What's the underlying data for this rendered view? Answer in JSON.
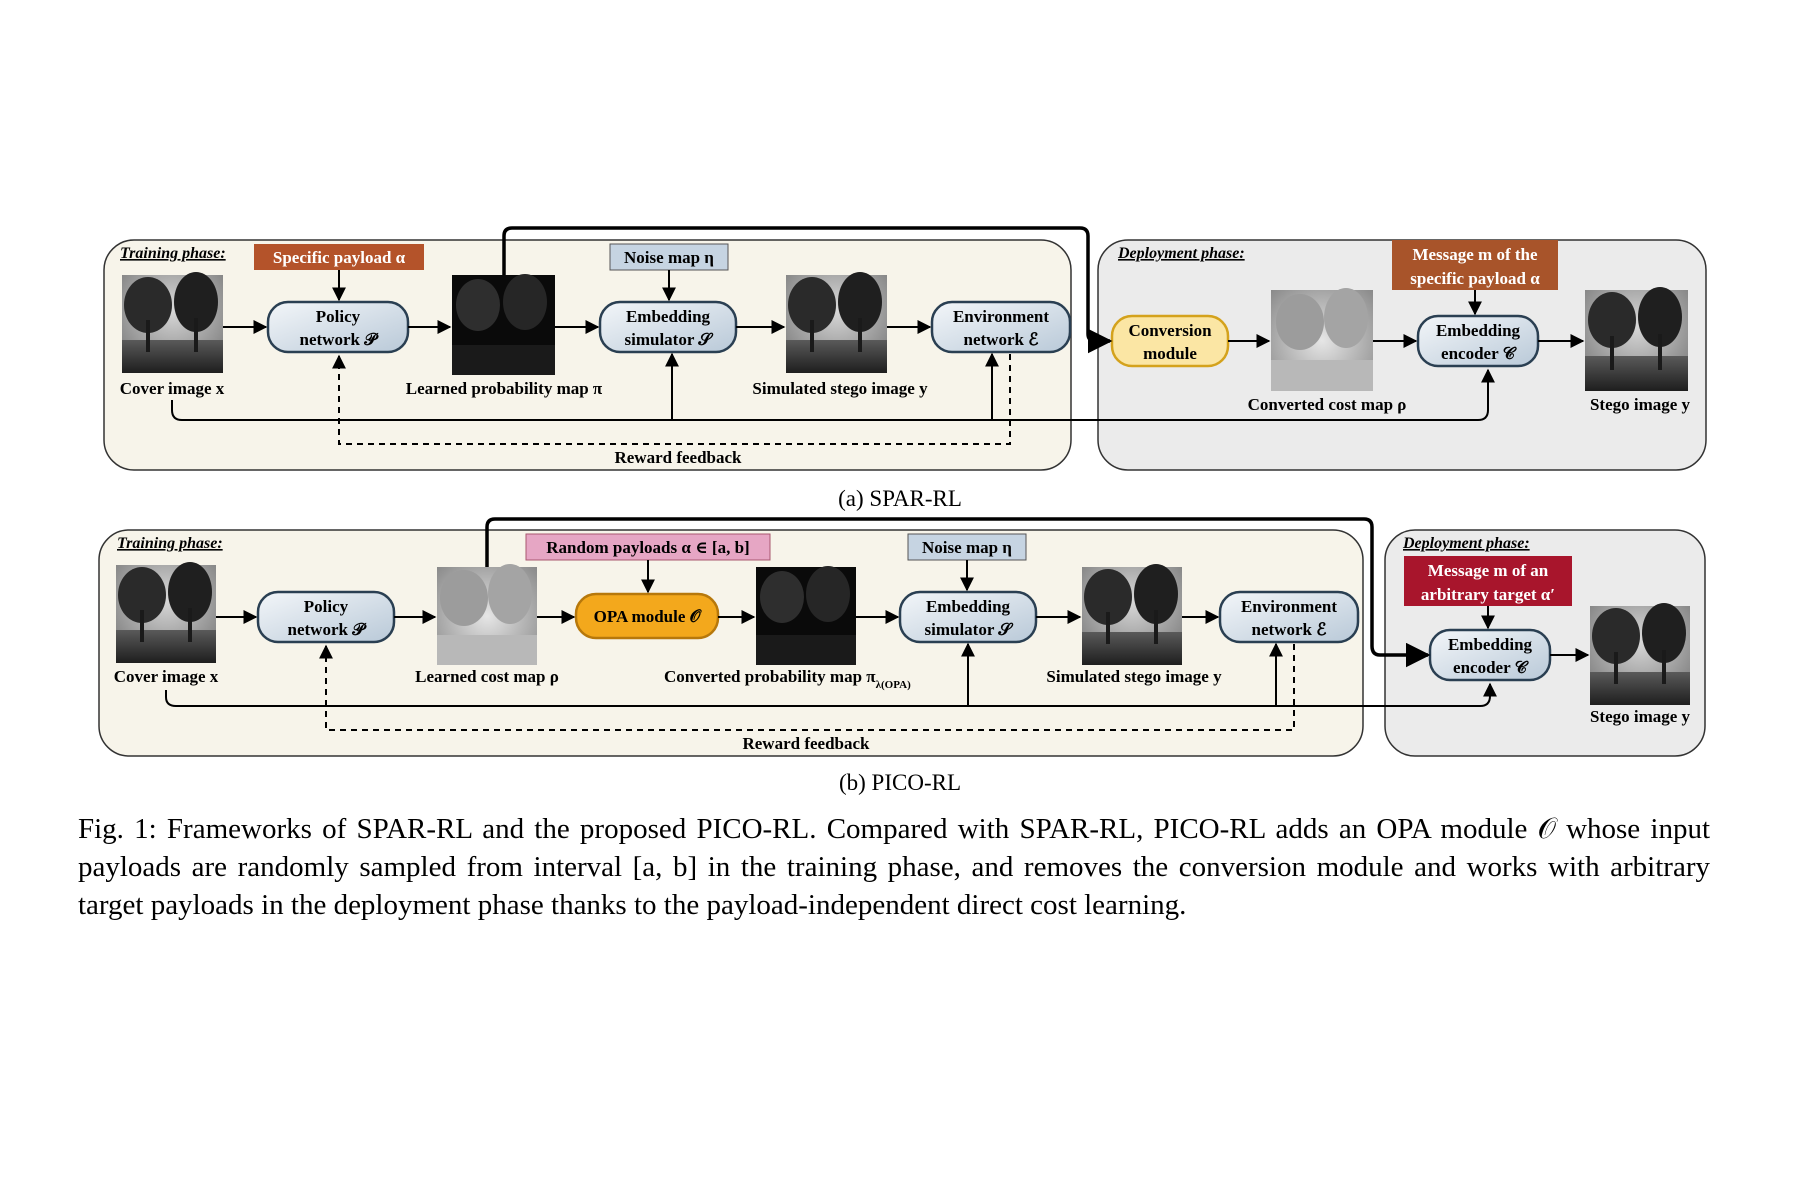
{
  "panel_a": {
    "training_phase": "Training phase:",
    "deployment_phase": "Deployment phase:",
    "specific_payload": "Specific payload α",
    "noise_map": "Noise map η",
    "policy_network": [
      "Policy",
      "network 𝒫"
    ],
    "embedding_simulator": [
      "Embedding",
      "simulator 𝒮"
    ],
    "environment_network": [
      "Environment",
      "network ℰ"
    ],
    "conversion_module": [
      "Conversion",
      "module"
    ],
    "message_specific": [
      "Message m of the",
      "specific payload α"
    ],
    "embedding_encoder": [
      "Embedding",
      "encoder 𝒞"
    ],
    "cover_image": "Cover image x",
    "learned_probability_map": "Learned probability map π",
    "simulated_stego": "Simulated stego image y",
    "converted_cost_map": "Converted cost map ρ",
    "stego_image": "Stego image y",
    "reward_feedback": "Reward feedback",
    "subcaption": "(a) SPAR-RL"
  },
  "panel_b": {
    "training_phase": "Training phase:",
    "deployment_phase": "Deployment phase:",
    "random_payloads": "Random payloads α ∈ [a, b]",
    "noise_map": "Noise map η",
    "policy_network": [
      "Policy",
      "network 𝒫"
    ],
    "opa_module": "OPA module 𝒪",
    "embedding_simulator": [
      "Embedding",
      "simulator 𝒮"
    ],
    "environment_network": [
      "Environment",
      "network ℰ"
    ],
    "message_arbitrary": [
      "Message m of an",
      "arbitrary target α′"
    ],
    "embedding_encoder": [
      "Embedding",
      "encoder 𝒞"
    ],
    "cover_image": "Cover image x",
    "learned_cost_map": "Learned cost map ρ",
    "converted_probability_map": "Converted probability map π",
    "converted_probability_sub": "λ(OPA)",
    "simulated_stego": "Simulated stego image y",
    "stego_image": "Stego image y",
    "reward_feedback": "Reward feedback",
    "subcaption": "(b) PICO-RL"
  },
  "caption": "Fig. 1: Frameworks of SPAR-RL and the proposed PICO-RL. Compared with SPAR-RL, PICO-RL adds an OPA module 𝒪 whose input payloads are randomly sampled from interval [a, b] in the training phase, and removes the conversion module and works with arbitrary target payloads in the deployment phase thanks to the payload-independent direct cost learning.",
  "colors": {
    "training_bg": "#f7f4ea",
    "deployment_bg": "#ebebeb",
    "node_fill_light": "#eef2f6",
    "node_fill_dark": "#c2d0de",
    "node_stroke": "#2a3f52",
    "specific_payload_bg": "#b4532a",
    "random_payloads_bg": "#e6a6c4",
    "noise_map_bg": "#c6d4e2",
    "conversion_bg": "#fbe6a4",
    "opa_bg": "#f3a81c",
    "message_specific_bg": "#a8542a",
    "message_arbitrary_bg": "#a8152c"
  }
}
